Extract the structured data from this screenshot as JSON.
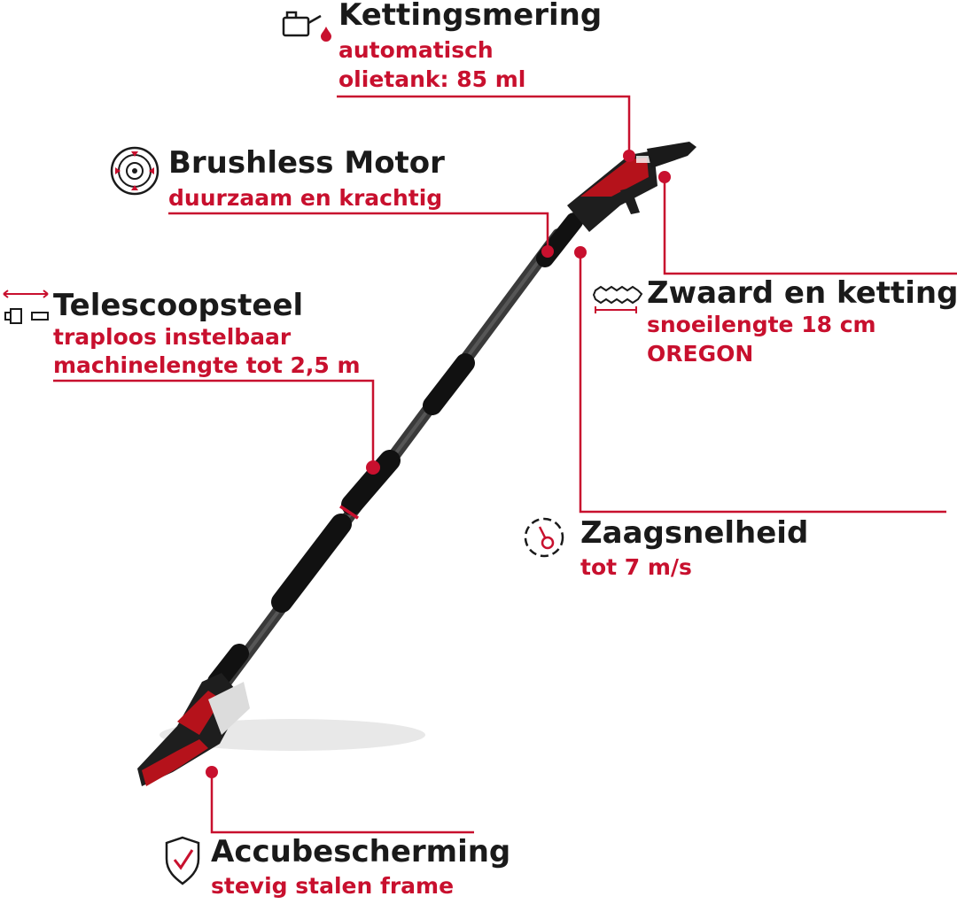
{
  "features": {
    "chain_lubrication": {
      "title": "Kettingsmering",
      "lines": [
        "automatisch",
        "olietank: 85 ml"
      ],
      "icon": "oil-can-icon"
    },
    "motor": {
      "title": "Brushless Motor",
      "lines": [
        "duurzaam en krachtig"
      ],
      "icon": "brushless-motor-icon"
    },
    "telescopic_pole": {
      "title": "Telescoopsteel",
      "lines": [
        "traploos instelbaar",
        "machinelengte tot 2,5 m"
      ],
      "icon": "telescopic-pole-icon"
    },
    "bar_chain": {
      "title": "Zwaard en ketting",
      "lines": [
        "snoeilengte 18 cm",
        "OREGON"
      ],
      "icon": "chain-bar-icon"
    },
    "saw_speed": {
      "title": "Zaagsnelheid",
      "lines": [
        "tot 7 m/s"
      ],
      "icon": "speedometer-icon"
    },
    "battery_protection": {
      "title": "Accubescherming",
      "lines": [
        "stevig stalen frame"
      ],
      "icon": "shield-check-icon"
    }
  },
  "colors": {
    "accent": "#c8102e",
    "text": "#1a1a1a",
    "tool_body": "#1e1e1e",
    "tool_red": "#b5121b"
  }
}
